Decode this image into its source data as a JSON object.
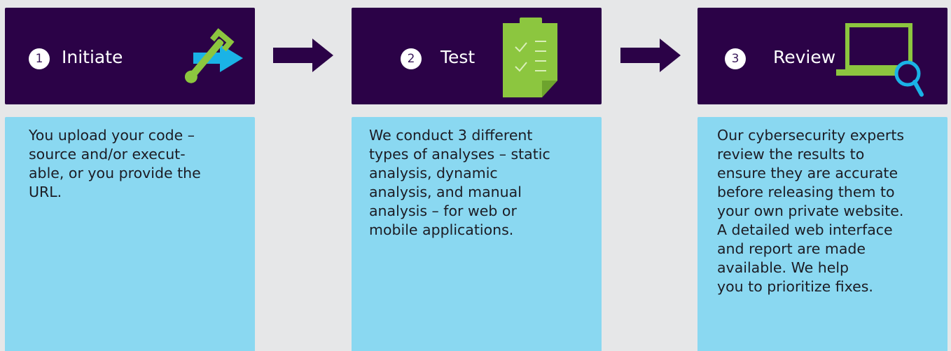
{
  "colors": {
    "header_bg": "#2b0247",
    "body_bg": "#8ad8f1",
    "page_bg": "#e6e7e8",
    "accent_green": "#8cc63f",
    "accent_blue": "#1ab3e6",
    "arrow": "#2b0247"
  },
  "steps": [
    {
      "number": "1",
      "title": "Initiate",
      "icon": "wrench-arrow-icon",
      "text": "You upload your code –\nsource and/or execut-\nable, or you provide the\nURL."
    },
    {
      "number": "2",
      "title": "Test",
      "icon": "checklist-clipboard-icon",
      "text": "We conduct 3 different\ntypes of analyses – static\nanalysis, dynamic\nanalysis, and manual\nanalysis – for web or\nmobile applications."
    },
    {
      "number": "3",
      "title": "Review",
      "icon": "laptop-magnifier-icon",
      "text": "Our cybersecurity experts\nreview the results to\nensure they are accurate\nbefore releasing them to\nyour own private website.\nA detailed web interface\nand report are made\navailable. We help\nyou to prioritize fixes."
    }
  ],
  "connectors": [
    "right-arrow-icon",
    "right-arrow-icon"
  ]
}
